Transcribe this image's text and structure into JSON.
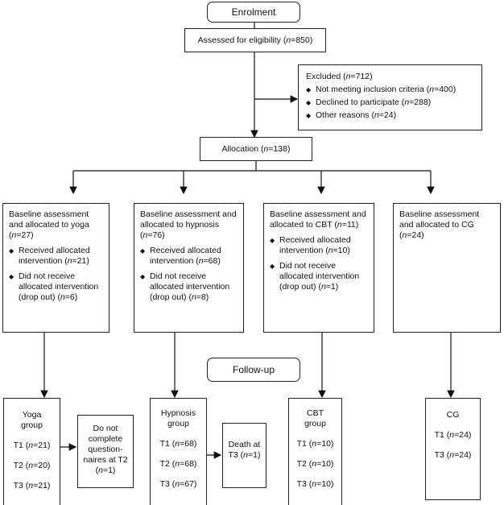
{
  "enrolment": "Enrolment",
  "assessed": "Assessed for eligibility (n=850)",
  "excluded": {
    "title": "Excluded (n=712)",
    "items": [
      "Not meeting inclusion criteria (n=400)",
      "Declined to participate (n=288)",
      "Other reasons (n=24)"
    ]
  },
  "allocation": "Allocation (n=138)",
  "arms": [
    {
      "text": "Baseline assessment and allocated to yoga (n=27)",
      "received": "Received allocated intervention (n=21)",
      "not_received": "Did not receive allocated intervention (drop out) (n=6)"
    },
    {
      "text": "Baseline assessment and allocated to hypnosis (n=76)",
      "received": "Received allocated intervention (n=68)",
      "not_received": "Did not receive allocated intervention (drop out) (n=8)"
    },
    {
      "text": "Baseline assessment and allocated to CBT (n=11)",
      "received": "Received allocated intervention (n=10)",
      "not_received": "Did not receive allocated intervention (drop out) (n=1)"
    },
    {
      "text": "Baseline assessment and allocated to CG (n=24)"
    }
  ],
  "followup": "Follow-up",
  "groups": [
    {
      "name": "Yoga group",
      "t": [
        "T1 (n=21)",
        "T2 (n=20)",
        "T3 (n=21)"
      ]
    },
    {
      "name": "Hypnosis group",
      "t": [
        "T1 (n=68)",
        "T2 (n=68)",
        "T3 (n=67)"
      ]
    },
    {
      "name": "CBT group",
      "t": [
        "T1 (n=10)",
        "T2 (n=10)",
        "T3 (n=10)"
      ]
    },
    {
      "name": "CG",
      "t": [
        "T1 (n=24)",
        "T3 (n=24)"
      ]
    }
  ],
  "side_notes": {
    "yoga": "Do not complete question-naires at T2 (n=1)",
    "hypnosis": "Death at T3 (n=1)"
  }
}
